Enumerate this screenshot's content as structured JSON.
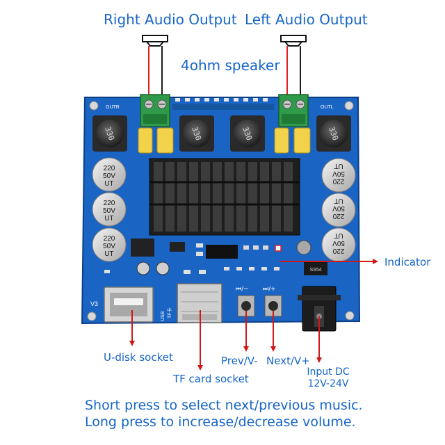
{
  "labels": {
    "right_audio_output": "Right Audio Output",
    "left_audio_output": "Left Audio Output",
    "speaker": "4ohm speaker",
    "indicator": "Indicator",
    "u_disk_socket": "U-disk socket",
    "tf_card_socket": "TF card socket",
    "prev": "Prev/V-",
    "next": "Next/V+",
    "input_dc_line1": "Input DC",
    "input_dc_line2": "12V-24V"
  },
  "board": {
    "outr": "OUTR",
    "outl": "OUTL",
    "inductor_marking": "330",
    "capacitor_lines": [
      "220",
      "50V",
      "UT"
    ],
    "v3": "V3",
    "usb": "USB",
    "tf": "TF卡",
    "prev_key": "⏮/−",
    "next_key": "⏭/+",
    "dc_ss": "SS54"
  },
  "notes": {
    "line1": "Short press to select next/previous music.",
    "line2": "Long press to increase/decrease volume."
  },
  "colors": {
    "board": "#1a64c4",
    "label": "#1565c8",
    "wire_red": "#e02020",
    "pointer": "#d01818"
  }
}
